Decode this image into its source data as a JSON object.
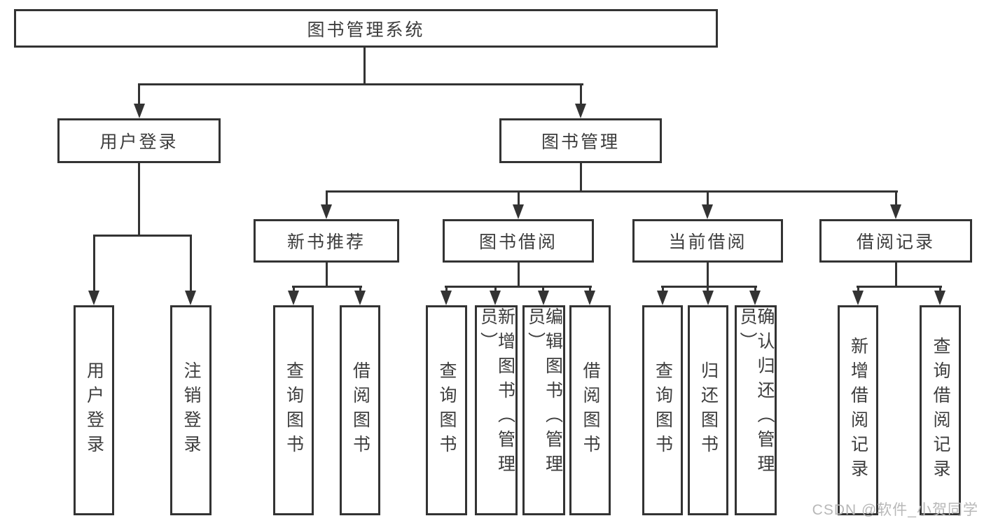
{
  "root": {
    "label": "图书管理系统"
  },
  "branches": {
    "user_login": {
      "label": "用户登录",
      "children": [
        "用户登录",
        "注销登录"
      ]
    },
    "book_mgmt": {
      "label": "图书管理"
    }
  },
  "sections": [
    {
      "label": "新书推荐",
      "children": [
        "查询图书",
        "借阅图书"
      ]
    },
    {
      "label": "图书借阅",
      "children": [
        "查询图书",
        "新增图书（管理员）",
        "编辑图书（管理员）",
        "借阅图书"
      ]
    },
    {
      "label": "当前借阅",
      "children": [
        "查询图书",
        "归还图书",
        "确认归还（管理员）"
      ]
    },
    {
      "label": "借阅记录",
      "children": [
        "新增借阅记录",
        "查询借阅记录"
      ]
    }
  ],
  "watermark": "CSDN @软件_小贺同学",
  "colors": {
    "line": "#333333",
    "text": "#3d3d3d",
    "watermark": "#b8b8b8",
    "background": "#ffffff"
  }
}
